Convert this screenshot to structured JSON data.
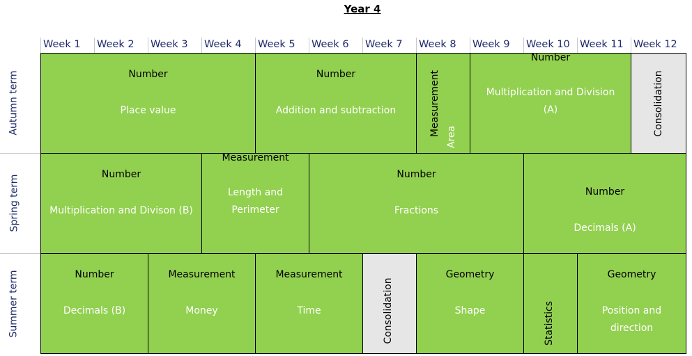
{
  "title": "Year 4",
  "weeks": [
    "Week 1",
    "Week 2",
    "Week 3",
    "Week 4",
    "Week 5",
    "Week 6",
    "Week 7",
    "Week 8",
    "Week 9",
    "Week 10",
    "Week 11",
    "Week 12"
  ],
  "terms": {
    "autumn": "Autumn term",
    "spring": "Spring term",
    "summer": "Summer term"
  },
  "autumn": {
    "place_value": {
      "subject": "Number",
      "topic": "Place value"
    },
    "add_sub": {
      "subject": "Number",
      "topic": "Addition and subtraction"
    },
    "area": {
      "subject": "Measurement",
      "topic": "Area"
    },
    "mult_div_a": {
      "subject": "Number",
      "topic": "Multiplication and Division (A)"
    },
    "consolidation": {
      "label": "Consolidation"
    }
  },
  "spring": {
    "mult_div_b": {
      "subject": "Number",
      "topic": "Multiplication and Divison (B)"
    },
    "length": {
      "subject": "Measurement",
      "topic": "Length and Perimeter"
    },
    "fractions": {
      "subject": "Number",
      "topic": "Fractions"
    },
    "decimals_a": {
      "subject": "Number",
      "topic": "Decimals (A)"
    }
  },
  "summer": {
    "decimals_b": {
      "subject": "Number",
      "topic": "Decimals (B)"
    },
    "money": {
      "subject": "Measurement",
      "topic": "Money"
    },
    "time": {
      "subject": "Measurement",
      "topic": "Time"
    },
    "consolidation": {
      "label": "Consolidation"
    },
    "shape": {
      "subject": "Geometry",
      "topic": "Shape"
    },
    "statistics": {
      "label": "Statistics"
    },
    "position": {
      "subject": "Geometry",
      "topic": "Position and direction"
    }
  },
  "colors": {
    "green": "#92d050",
    "grey": "#e6e6e6",
    "week_text": "#1f2a6b"
  }
}
